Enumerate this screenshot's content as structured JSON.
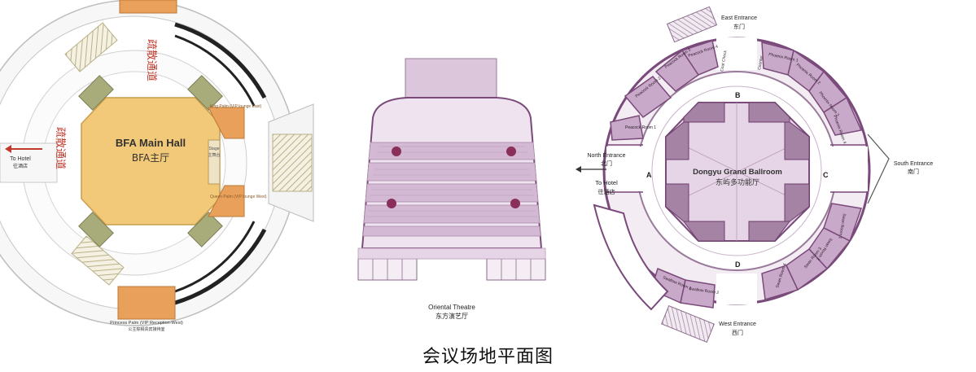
{
  "caption": "会议场地平面图",
  "plan_bfa": {
    "main_hall": "BFA Main Hall",
    "main_hall_cn": "BFA主厅",
    "to_hotel": "To Hotel",
    "to_hotel_cn": "往酒店",
    "evac_label": "疏散通道",
    "stage": "Stage",
    "stage_cn": "主舞台",
    "king_palm": "King Palm (VIP lounge East)",
    "queen_palm": "Queen Palm (VIP lounge West)",
    "princess_palm": "Princess Palm (VIP Reception-West)",
    "princess_palm_cn": "公主棕榈贵宾接待室"
  },
  "plan_theatre": {
    "name": "Oriental Theatre",
    "name_cn": "东方演艺厅"
  },
  "plan_dongyu": {
    "ballroom": "Dongyu Grand Ballroom",
    "ballroom_cn": "东屿多功能厅",
    "east_entrance": "East Entrance",
    "east_cn": "东门",
    "west_entrance": "West Entrance",
    "west_cn": "西门",
    "north_entrance": "North Entrance",
    "north_cn": "北门",
    "south_entrance": "South Entrance",
    "south_cn": "南门",
    "to_hotel": "To Hotel",
    "to_hotel_cn": "往酒店",
    "coat_check": "Coat Check",
    "counter": "Counter",
    "sec_a": "A",
    "sec_b": "B",
    "sec_c": "C",
    "sec_d": "D",
    "peacock1": "Peacock Room 1",
    "peacock2": "Peacock Room 2",
    "peacock3": "Peacock Room 3",
    "peacock4": "Peacock Room 4",
    "phoenix1": "Phoenix Room 1",
    "phoenix2": "Phoenix Room 2",
    "phoenix3": "Phoenix Room 3",
    "phoenix4": "Phoenix Room 4",
    "swan1": "Swan Room 1",
    "swan2": "Swan Room 2",
    "swan3": "Swan Room 3",
    "swan4": "Swan Room 4",
    "swallow1": "Swallow Room 1",
    "swallow2": "Swallow Room 2"
  },
  "colors": {
    "hall_yellow": "#f2c978",
    "vip_orange": "#e9a05a",
    "olive": "#a8ab7a",
    "purple": "#8a5a8e",
    "lilac": "#c9a9c9",
    "pale_lilac": "#e6d5e6"
  }
}
